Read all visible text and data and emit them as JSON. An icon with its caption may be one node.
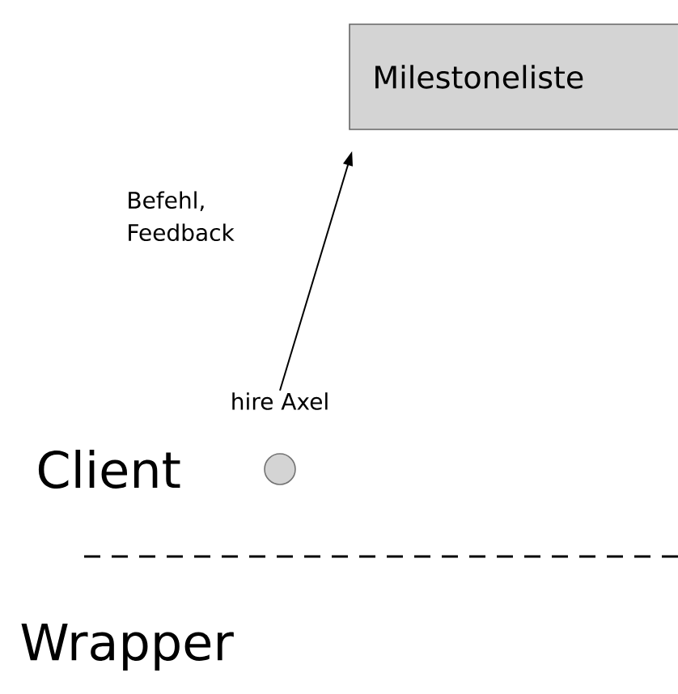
{
  "diagram": {
    "nodes": [
      {
        "text": [
          "Milestoneliste"
        ]
      },
      {
        "text": [],
        "shape": "circle",
        "beside": [
          "hire Axel"
        ]
      }
    ],
    "edges": [
      {
        "from": 1,
        "to": 0,
        "arrow": "to",
        "label": "Befehl, Feedback"
      }
    ],
    "labels": [
      "Client",
      "Wrapper"
    ]
  }
}
